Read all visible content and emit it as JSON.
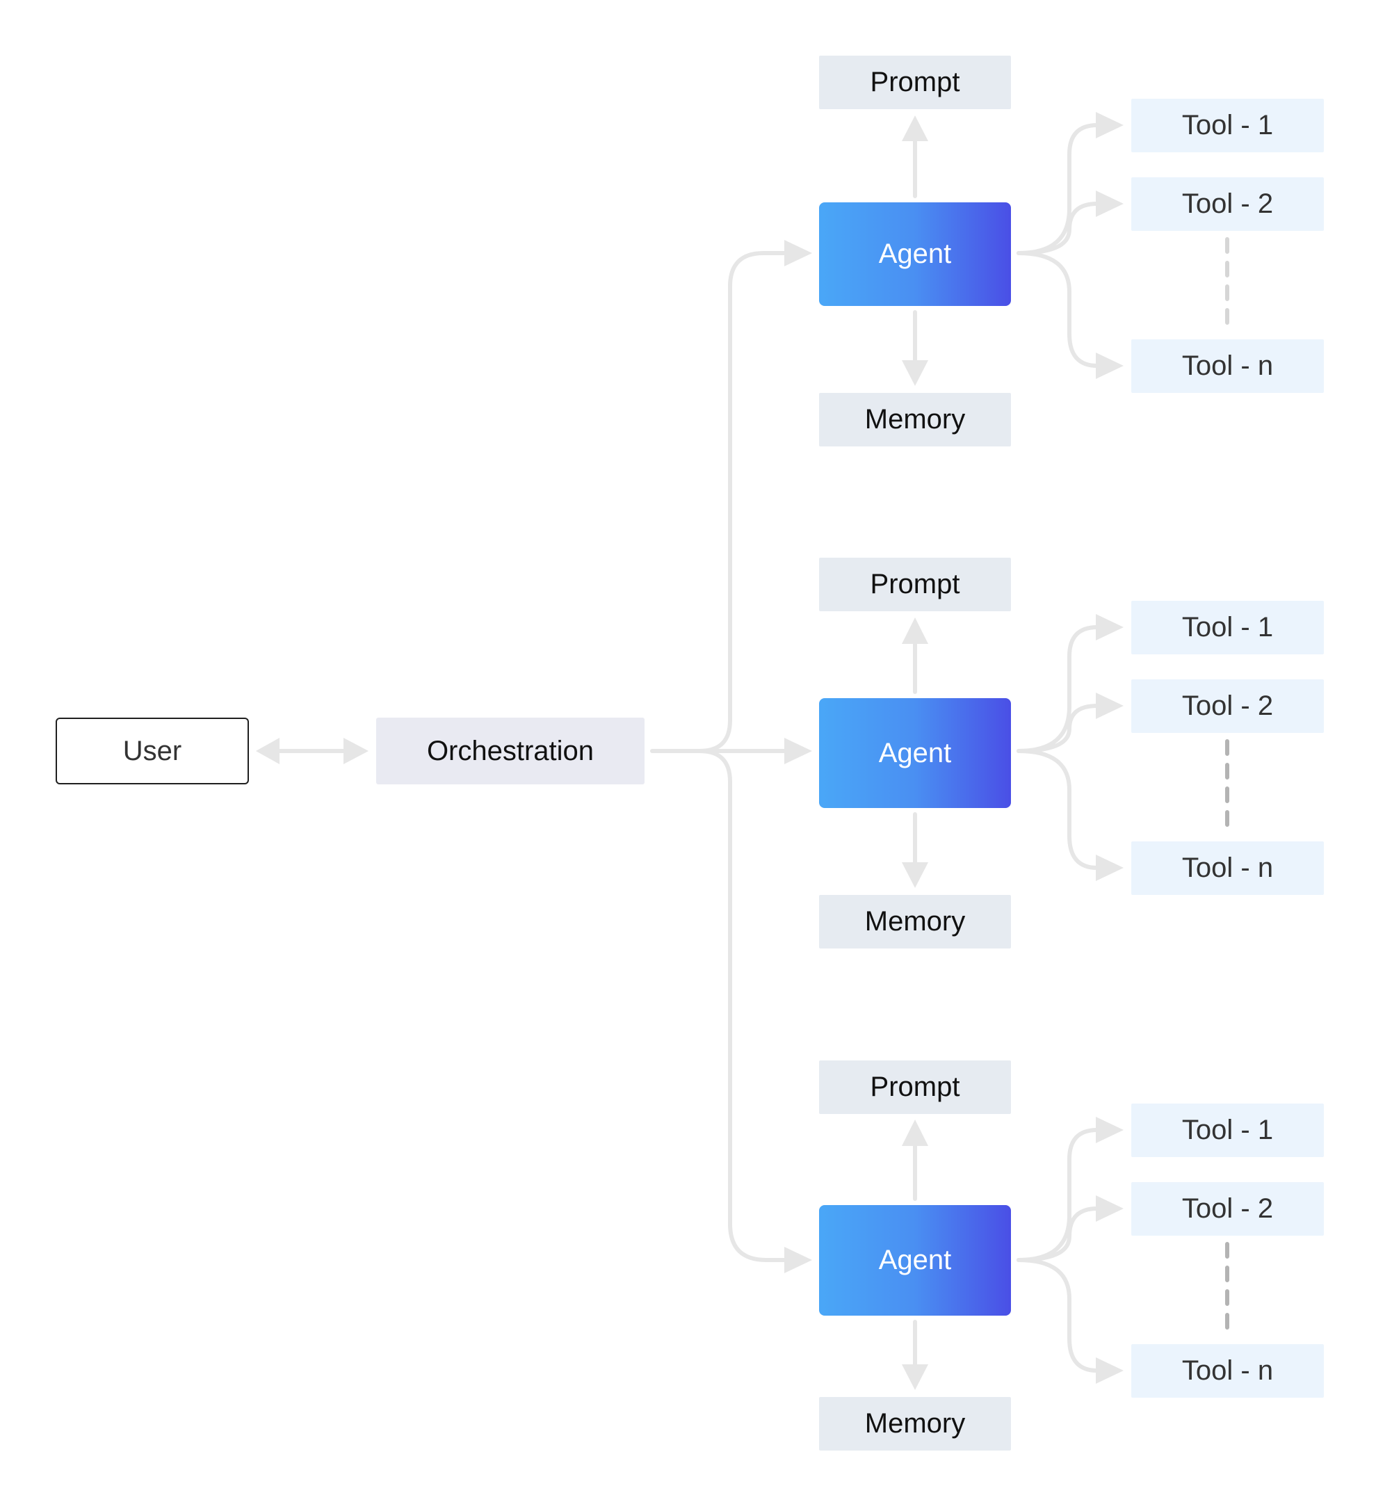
{
  "user": {
    "label": "User"
  },
  "orchestration": {
    "label": "Orchestration"
  },
  "agents": [
    {
      "label": "Agent",
      "prompt": "Prompt",
      "memory": "Memory",
      "tools": [
        "Tool - 1",
        "Tool - 2",
        "Tool - n"
      ]
    },
    {
      "label": "Agent",
      "prompt": "Prompt",
      "memory": "Memory",
      "tools": [
        "Tool - 1",
        "Tool - 2",
        "Tool - n"
      ]
    },
    {
      "label": "Agent",
      "prompt": "Prompt",
      "memory": "Memory",
      "tools": [
        "Tool - 1",
        "Tool - 2",
        "Tool - n"
      ]
    }
  ],
  "colors": {
    "connector": "#e6e6e6",
    "dashed_connector": "#b3b3b3",
    "agent_gradient_start": "#4aa7f7",
    "agent_gradient_end": "#4a4fe6",
    "orchestration_fill": "#e9eaf2",
    "prompt_memory_fill": "#e6ebf1",
    "tool_fill": "#ebf4fd"
  }
}
